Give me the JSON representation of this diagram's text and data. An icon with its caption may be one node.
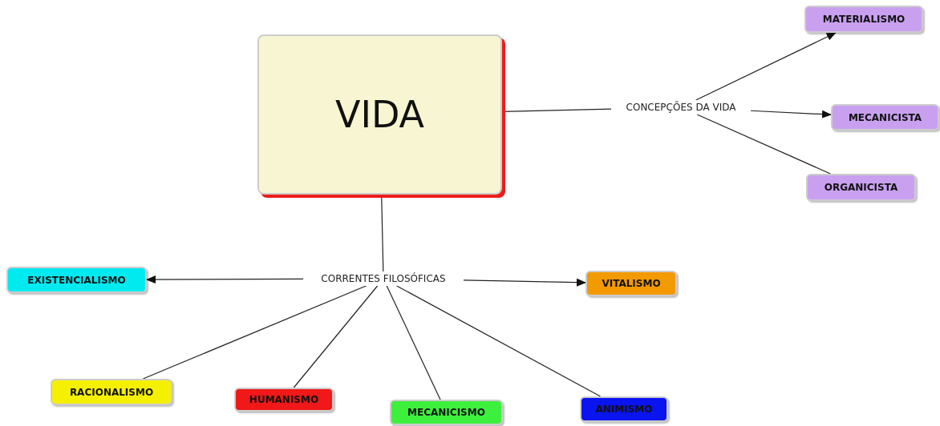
{
  "diagram": {
    "nodes": [
      {
        "text": [
          "VIDA"
        ]
      },
      {
        "text": [
          "MATERIALISMO"
        ]
      },
      {
        "text": [
          "CONCEPÇÕES DA VIDA"
        ]
      },
      {
        "text": [
          "MECANICISTA"
        ]
      },
      {
        "text": [
          "ORGANICISTA"
        ]
      },
      {
        "text": [
          "CORRENTES FILOSÓFICAS"
        ]
      },
      {
        "text": [
          "EXISTENCIALISMO"
        ]
      },
      {
        "text": [
          "VITALISMO"
        ]
      },
      {
        "text": [
          "RACIONALISMO"
        ]
      },
      {
        "text": [
          "HUMANISMO"
        ]
      },
      {
        "text": [
          "MECANICISMO"
        ]
      },
      {
        "text": [
          "ANIMISMO"
        ]
      }
    ],
    "edges": [
      {
        "from": 0,
        "to": 2,
        "arrow": "none"
      },
      {
        "from": 2,
        "to": 1,
        "arrow": "to"
      },
      {
        "from": 2,
        "to": 3,
        "arrow": "to"
      },
      {
        "from": 2,
        "to": 4,
        "arrow": "none"
      },
      {
        "from": 0,
        "to": 5,
        "arrow": "none"
      },
      {
        "from": 5,
        "to": 6,
        "arrow": "to"
      },
      {
        "from": 5,
        "to": 7,
        "arrow": "to"
      },
      {
        "from": 5,
        "to": 8,
        "arrow": "none"
      },
      {
        "from": 5,
        "to": 9,
        "arrow": "none"
      },
      {
        "from": 5,
        "to": 10,
        "arrow": "none"
      },
      {
        "from": 5,
        "to": 11,
        "arrow": "none"
      }
    ]
  }
}
